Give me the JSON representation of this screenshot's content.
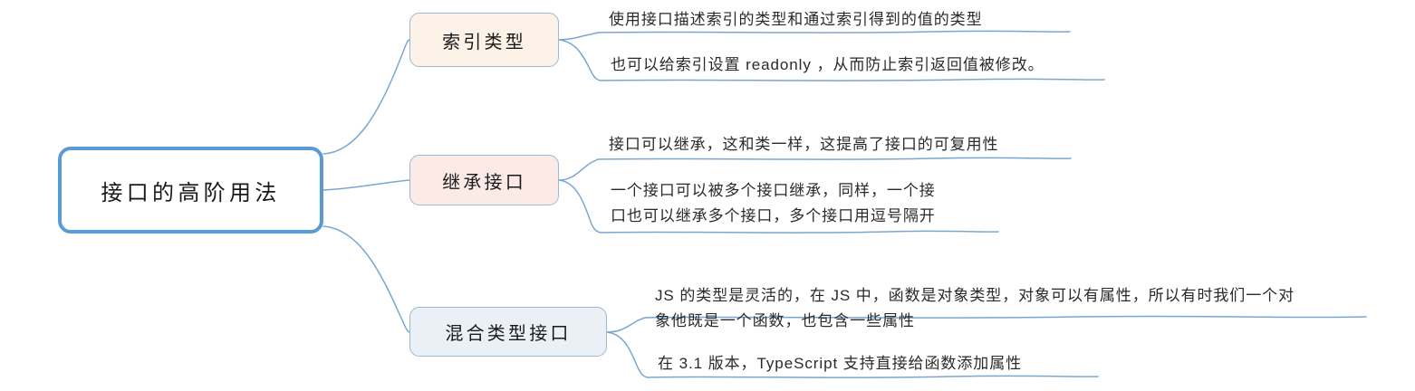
{
  "diagram": {
    "type": "mindmap",
    "title": "接口的高阶用法",
    "colors": {
      "root_border": "#5b9bd5",
      "root_fill": "#ffffff",
      "connector": "#7aa7d0",
      "underline": "#7aa7d0",
      "branch_fill_0": "#fdf2e8",
      "branch_fill_1": "#fbeae6",
      "branch_fill_2": "#eaf0f6",
      "branch_border": "#9ab8d8",
      "text": "#2a2a2a"
    },
    "root": {
      "label": "接口的高阶用法"
    },
    "branches": [
      {
        "label": "索引类型",
        "leaves": [
          {
            "text": "使用接口描述索引的类型和通过索引得到的值的类型"
          },
          {
            "text": "也可以给索引设置 readonly ，从而防止索引返回值被修改。"
          }
        ]
      },
      {
        "label": "继承接口",
        "leaves": [
          {
            "text": "接口可以继承，这和类一样，这提高了接口的可复用性"
          },
          {
            "text": "一个接口可以被多个接口继承，同样，一个接\n口也可以继承多个接口，多个接口用逗号隔开"
          }
        ]
      },
      {
        "label": "混合类型接口",
        "leaves": [
          {
            "text": "JS 的类型是灵活的，在 JS 中，函数是对象类型，对象可以有属性，所以有时我们一个对\n象他既是一个函数，也包含一些属性"
          },
          {
            "text": "在 3.1 版本，TypeScript 支持直接给函数添加属性"
          }
        ]
      }
    ]
  }
}
